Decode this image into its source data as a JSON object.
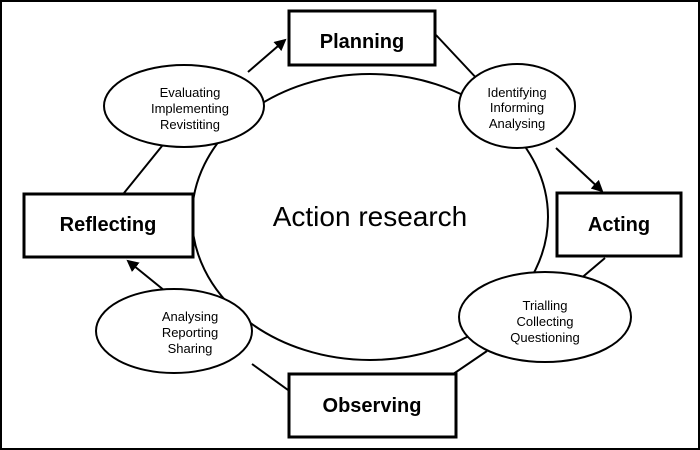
{
  "centre": {
    "title": "Action research"
  },
  "stages": {
    "planning": "Planning",
    "acting": "Acting",
    "observing": "Observing",
    "reflecting": "Reflecting"
  },
  "activities": {
    "after_planning": [
      "Identifying",
      "Informing",
      "Analysing"
    ],
    "after_acting": [
      "Trialling",
      "Collecting",
      "Questioning"
    ],
    "after_observing": [
      "Analysing",
      "Reporting",
      "Sharing"
    ],
    "after_reflecting": [
      "Evaluating",
      "Implementing",
      "Revistiting"
    ]
  }
}
